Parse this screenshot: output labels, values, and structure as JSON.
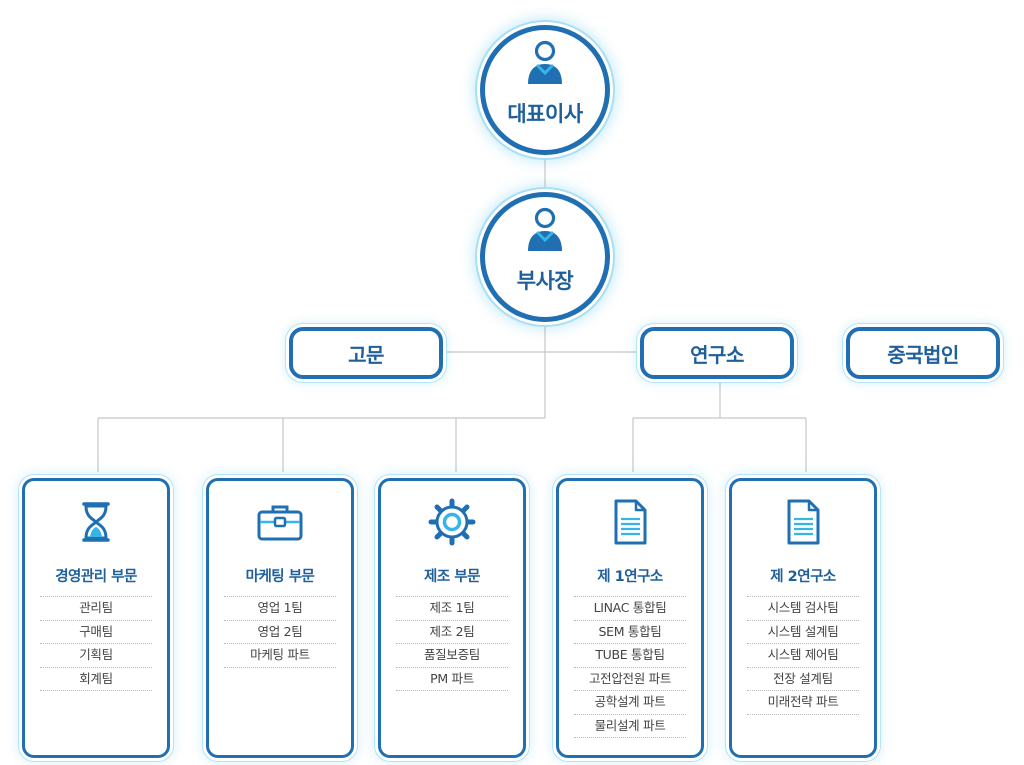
{
  "ceo": {
    "label": "대표이사",
    "icon": "person-icon"
  },
  "vp": {
    "label": "부사장",
    "icon": "person-icon"
  },
  "advisor": {
    "label": "고문"
  },
  "lab": {
    "label": "연구소"
  },
  "china": {
    "label": "중국법인"
  },
  "departments": [
    {
      "title": "경영관리 부문",
      "icon": "hourglass-icon",
      "items": [
        "관리팀",
        "구매팀",
        "기획팀",
        "회계팀"
      ]
    },
    {
      "title": "마케팅 부문",
      "icon": "briefcase-icon",
      "items": [
        "영업 1팀",
        "영업 2팀",
        "마케팅 파트"
      ]
    },
    {
      "title": "제조 부문",
      "icon": "gear-icon",
      "items": [
        "제조 1팀",
        "제조 2팀",
        "품질보증팀",
        "PM 파트"
      ]
    },
    {
      "title": "제 1연구소",
      "icon": "document-icon",
      "items": [
        "LINAC 통합팀",
        "SEM 통합팀",
        "TUBE 통합팀",
        "고전압전원 파트",
        "공학설계 파트",
        "물리설계 파트"
      ]
    },
    {
      "title": "제 2연구소",
      "icon": "document-icon",
      "items": [
        "시스템 검사팀",
        "시스템 설계팀",
        "시스템 제어팀",
        "전장 설계팀",
        "미래전략 파트"
      ]
    }
  ],
  "colors": {
    "border": "#1f6fb2",
    "text": "#1f5f9a",
    "glow": "#a9def3",
    "line": "#c6c6c6",
    "icon_accent": "#36b6e6"
  }
}
